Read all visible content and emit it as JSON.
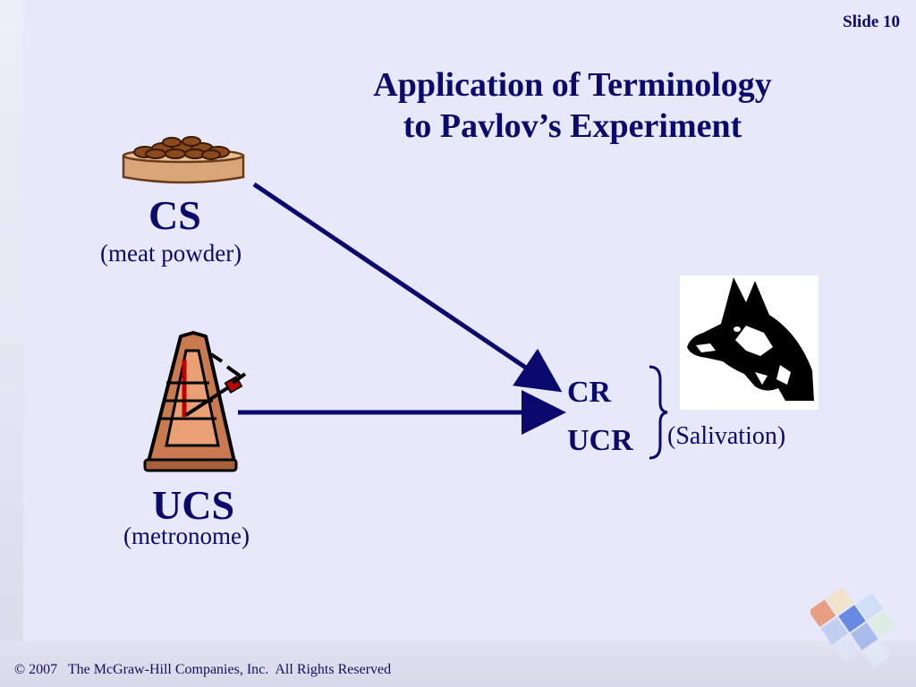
{
  "slide": {
    "number_label": "Slide 10",
    "title_line1": "Application of Terminology",
    "title_line2": "to Pavlov’s Experiment"
  },
  "stimuli": {
    "cs_label": "CS",
    "cs_caption": "(meat powder)",
    "ucs_label": "UCS",
    "ucs_caption": "(metronome)"
  },
  "responses": {
    "cr_label": "CR",
    "ucr_label": "UCR",
    "salivation_label": "(Salivation)"
  },
  "icons": [
    "meat-bowl-icon",
    "metronome-icon",
    "dog-silhouette-icon",
    "decorative-corner-tiles"
  ],
  "colors": {
    "text": "#0a0a6e",
    "arrow": "#0a0a6e",
    "background": "#e8e8fb"
  },
  "footer": {
    "copyright": "© 2007   The McGraw-Hill Companies, Inc.  All Rights Reserved"
  }
}
